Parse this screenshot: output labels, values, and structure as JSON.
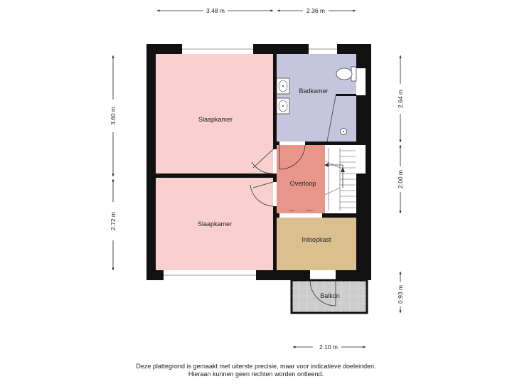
{
  "rooms": {
    "slaapkamer_top": "Slaapkamer",
    "slaapkamer_bottom": "Slaapkamer",
    "badkamer": "Badkamer",
    "overloop": "Overloop",
    "inloopkast": "Inloopkast",
    "balkon": "Balkon"
  },
  "dimensions": {
    "top_left": "3.48 m",
    "top_right": "2.36 m",
    "left_upper": "3.60 m",
    "left_lower": "2.72 m",
    "right_upper": "2.64 m",
    "right_middle": "2.00 m",
    "right_lower": "0.93 m",
    "bottom": "2.10 m"
  },
  "disclaimer": {
    "line1": "Deze plattegrond is gemaakt met uiterste precisie, maar voor indicatieve doeleinden.",
    "line2": "Hieraan kunnen geen rechten worden ontleend."
  },
  "colors": {
    "wall": "#111111",
    "slaapkamer": "#f9cfcf",
    "badkamer": "#c5c5dd",
    "overloop": "#e8968a",
    "inloopkast": "#d9c08e",
    "balkon": "#cccccc",
    "stairs": "#ffffff"
  }
}
